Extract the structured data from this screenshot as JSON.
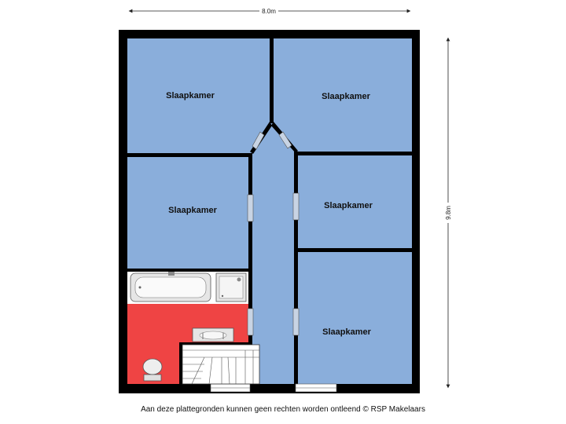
{
  "dimensions": {
    "width": "8.0m",
    "height": "9.8m"
  },
  "rooms": [
    {
      "label": "Slaapkamer"
    },
    {
      "label": "Slaapkamer"
    },
    {
      "label": "Slaapkamer"
    },
    {
      "label": "Slaapkamer"
    },
    {
      "label": "Slaapkamer"
    }
  ],
  "disclaimer": "Aan deze plattegronden kunnen geen rechten worden ontleend © RSP Makelaars",
  "colors": {
    "room_fill": "#8aaedb",
    "bathroom_fill": "#ef4444",
    "wall": "#000000",
    "fixture_fill": "#e6e6e6"
  },
  "icons": [
    "bathtub-icon",
    "shower-icon",
    "sink-icon",
    "toilet-icon",
    "staircase-icon",
    "window-icon",
    "door-icon"
  ]
}
